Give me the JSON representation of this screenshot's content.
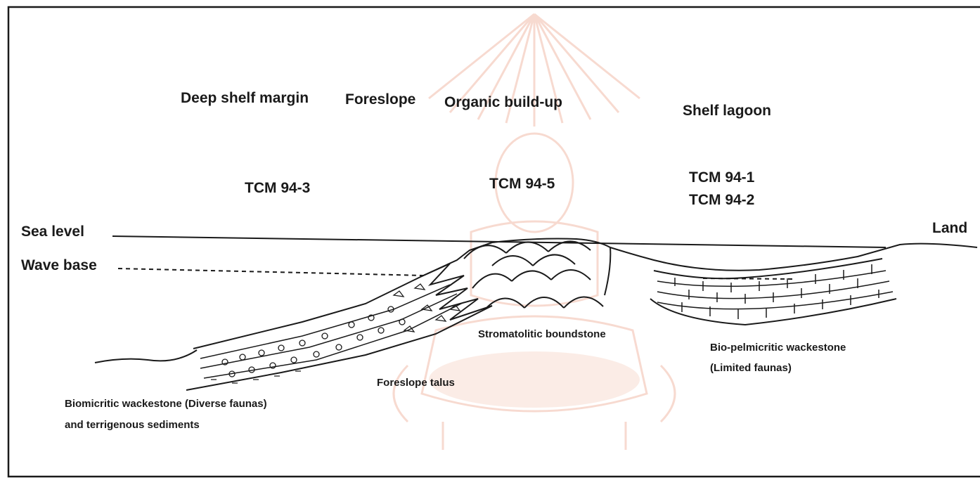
{
  "zones": {
    "deep_shelf_margin": "Deep shelf margin",
    "foreslope": "Foreslope",
    "organic_buildup": "Organic build-up",
    "shelf_lagoon": "Shelf lagoon"
  },
  "samples": {
    "tcm_94_3": "TCM 94-3",
    "tcm_94_5": "TCM 94-5",
    "tcm_94_1": "TCM 94-1",
    "tcm_94_2": "TCM 94-2"
  },
  "levels": {
    "sea_level": "Sea level",
    "wave_base": "Wave base",
    "land": "Land"
  },
  "facies": {
    "stromatolitic": "Stromatolitic boundstone",
    "biopelmicritic_1": "Bio-pelmicritic wackestone",
    "biopelmicritic_2": "(Limited faunas)",
    "foreslope_talus": "Foreslope talus",
    "biomicritic_1": "Biomicritic wackestone (Diverse faunas)",
    "biomicritic_2": "and terrigenous sediments"
  },
  "colors": {
    "ink": "#1a1a1a",
    "watermark": "#f0b8a8"
  }
}
